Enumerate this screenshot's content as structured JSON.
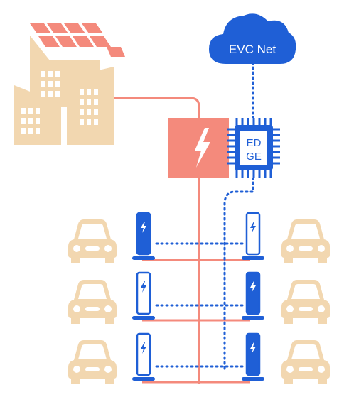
{
  "cloud": {
    "label": "EVC Net",
    "color": "#1f5fd6"
  },
  "edge": {
    "line1": "ED",
    "line2": "GE",
    "color": "#1f5fd6"
  },
  "power_box": {
    "icon": "lightning-bolt-icon",
    "color": "#f48a7c"
  },
  "building": {
    "icon": "building-with-solar-panels-icon",
    "color": "#f2d7b0",
    "panel_color": "#f48a7c"
  },
  "colors": {
    "power_line": "#f48a7c",
    "data_line": "#1f5fd6",
    "car": "#f2d7b0"
  },
  "chargers": {
    "left": [
      "charger-filled",
      "charger-outline",
      "charger-outline"
    ],
    "right": [
      "charger-outline",
      "charger-filled",
      "charger-filled"
    ]
  },
  "cars": {
    "count_per_side": 3,
    "icon": "car-icon"
  }
}
